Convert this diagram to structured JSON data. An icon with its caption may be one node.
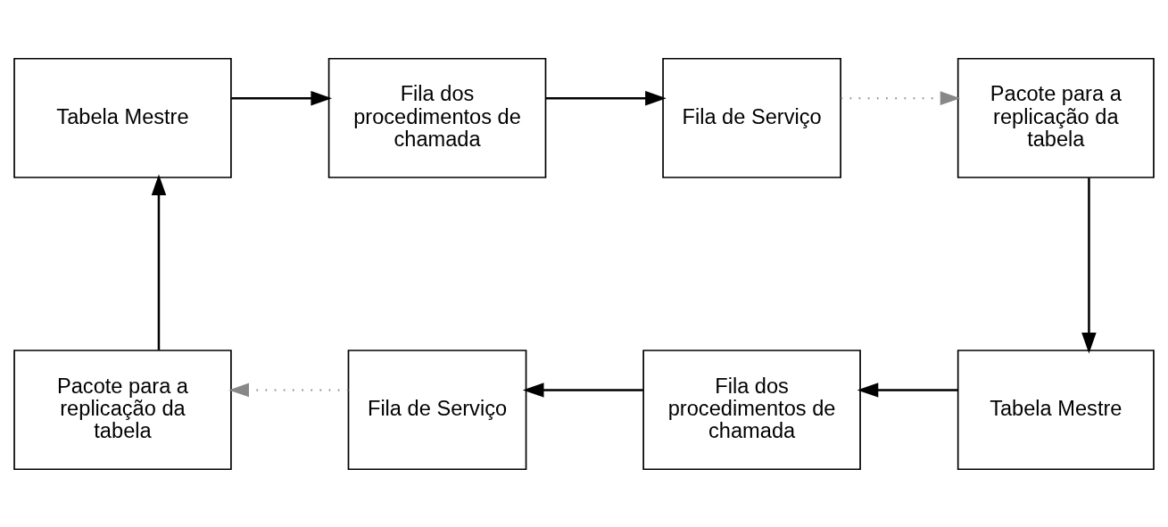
{
  "diagram": {
    "nodes": [
      {
        "text": [
          "Tabela Mestre"
        ]
      },
      {
        "text": [
          "Fila dos procedimentos de chamada"
        ]
      },
      {
        "text": [
          "Fila de Serviço"
        ]
      },
      {
        "text": [
          "Pacote para a replicação da tabela"
        ]
      },
      {
        "text": [
          "Pacote para a replicação da tabela"
        ]
      },
      {
        "text": [
          "Fila de Serviço"
        ]
      },
      {
        "text": [
          "Fila dos procedimentos de chamada"
        ]
      },
      {
        "text": [
          "Tabela Mestre"
        ]
      }
    ],
    "edges": [
      {
        "from": 0,
        "to": 1,
        "arrow": "to"
      },
      {
        "from": 1,
        "to": 2,
        "arrow": "to"
      },
      {
        "from": 2,
        "to": 3,
        "arrow": "to",
        "style": "dashed",
        "color": "#888888"
      },
      {
        "from": 3,
        "to": 7,
        "arrow": "to"
      },
      {
        "from": 7,
        "to": 6,
        "arrow": "to"
      },
      {
        "from": 6,
        "to": 5,
        "arrow": "to"
      },
      {
        "from": 5,
        "to": 4,
        "arrow": "to",
        "style": "dashed",
        "color": "#888888"
      },
      {
        "from": 4,
        "to": 0,
        "arrow": "to"
      }
    ]
  }
}
